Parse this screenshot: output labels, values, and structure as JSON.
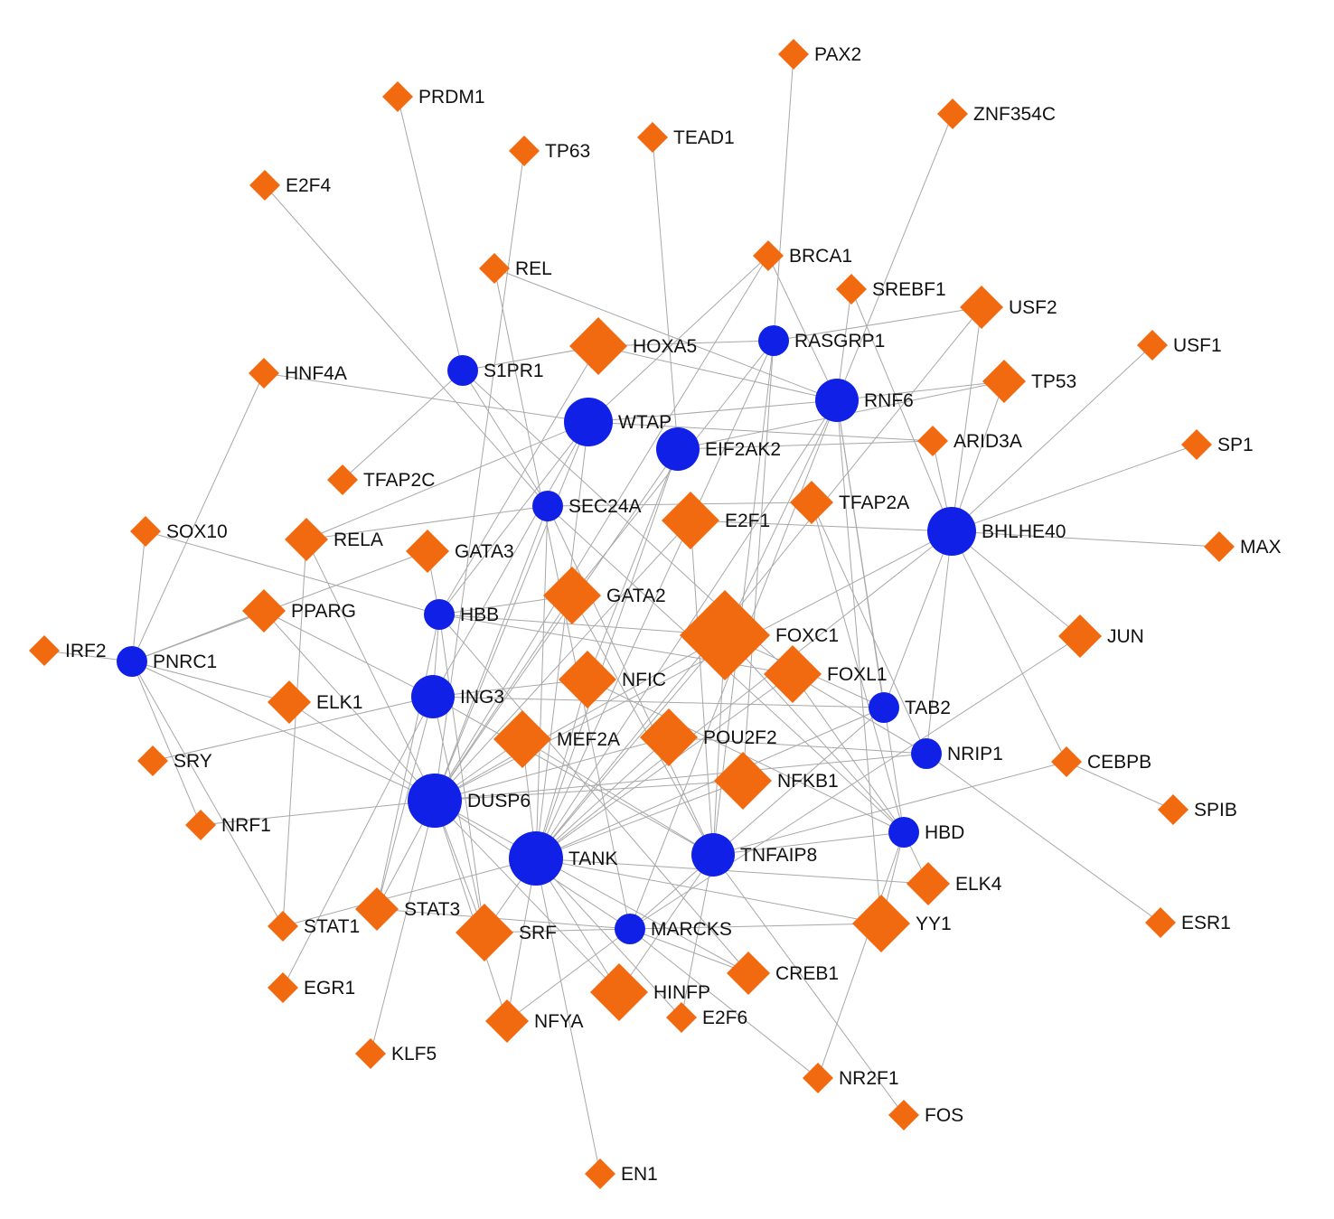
{
  "colors": {
    "gene_node": "#1020e6",
    "tf_node": "#f26a0f",
    "edge": "#a8a8a8"
  },
  "legend_shapes": {
    "gene": "circle",
    "tf": "diamond"
  },
  "nodes": [
    {
      "id": "PAX2",
      "type": "tf",
      "size": "s"
    },
    {
      "id": "PRDM1",
      "type": "tf",
      "size": "s"
    },
    {
      "id": "ZNF354C",
      "type": "tf",
      "size": "s"
    },
    {
      "id": "TEAD1",
      "type": "tf",
      "size": "s"
    },
    {
      "id": "TP63",
      "type": "tf",
      "size": "s"
    },
    {
      "id": "E2F4",
      "type": "tf",
      "size": "s"
    },
    {
      "id": "BRCA1",
      "type": "tf",
      "size": "s"
    },
    {
      "id": "REL",
      "type": "tf",
      "size": "s"
    },
    {
      "id": "SREBF1",
      "type": "tf",
      "size": "s"
    },
    {
      "id": "USF2",
      "type": "tf",
      "size": "m"
    },
    {
      "id": "USF1",
      "type": "tf",
      "size": "s"
    },
    {
      "id": "HOXA5",
      "type": "tf",
      "size": "l"
    },
    {
      "id": "RASGRP1",
      "type": "gene",
      "size": "s"
    },
    {
      "id": "S1PR1",
      "type": "gene",
      "size": "s"
    },
    {
      "id": "HNF4A",
      "type": "tf",
      "size": "s"
    },
    {
      "id": "TP53",
      "type": "tf",
      "size": "m"
    },
    {
      "id": "RNF6",
      "type": "gene",
      "size": "m"
    },
    {
      "id": "WTAP",
      "type": "gene",
      "size": "l"
    },
    {
      "id": "ARID3A",
      "type": "tf",
      "size": "s"
    },
    {
      "id": "EIF2AK2",
      "type": "gene",
      "size": "m"
    },
    {
      "id": "SP1",
      "type": "tf",
      "size": "s"
    },
    {
      "id": "TFAP2C",
      "type": "tf",
      "size": "s"
    },
    {
      "id": "SEC24A",
      "type": "gene",
      "size": "s"
    },
    {
      "id": "TFAP2A",
      "type": "tf",
      "size": "m"
    },
    {
      "id": "E2F1",
      "type": "tf",
      "size": "l"
    },
    {
      "id": "BHLHE40",
      "type": "gene",
      "size": "l"
    },
    {
      "id": "SOX10",
      "type": "tf",
      "size": "s"
    },
    {
      "id": "RELA",
      "type": "tf",
      "size": "m"
    },
    {
      "id": "MAX",
      "type": "tf",
      "size": "s"
    },
    {
      "id": "GATA3",
      "type": "tf",
      "size": "m"
    },
    {
      "id": "GATA2",
      "type": "tf",
      "size": "l"
    },
    {
      "id": "HBB",
      "type": "gene",
      "size": "s"
    },
    {
      "id": "PPARG",
      "type": "tf",
      "size": "m"
    },
    {
      "id": "FOXC1",
      "type": "tf",
      "size": "xl"
    },
    {
      "id": "JUN",
      "type": "tf",
      "size": "m"
    },
    {
      "id": "IRF2",
      "type": "tf",
      "size": "s"
    },
    {
      "id": "PNRC1",
      "type": "gene",
      "size": "s"
    },
    {
      "id": "FOXL1",
      "type": "tf",
      "size": "l"
    },
    {
      "id": "NFIC",
      "type": "tf",
      "size": "l"
    },
    {
      "id": "ING3",
      "type": "gene",
      "size": "m"
    },
    {
      "id": "ELK1",
      "type": "tf",
      "size": "m"
    },
    {
      "id": "TAB2",
      "type": "gene",
      "size": "s"
    },
    {
      "id": "MEF2A",
      "type": "tf",
      "size": "l"
    },
    {
      "id": "POU2F2",
      "type": "tf",
      "size": "l"
    },
    {
      "id": "NRIP1",
      "type": "gene",
      "size": "s"
    },
    {
      "id": "SRY",
      "type": "tf",
      "size": "s"
    },
    {
      "id": "CEBPB",
      "type": "tf",
      "size": "s"
    },
    {
      "id": "NFKB1",
      "type": "tf",
      "size": "l"
    },
    {
      "id": "DUSP6",
      "type": "gene",
      "size": "xl"
    },
    {
      "id": "SPIB",
      "type": "tf",
      "size": "s"
    },
    {
      "id": "NRF1",
      "type": "tf",
      "size": "s"
    },
    {
      "id": "HBD",
      "type": "gene",
      "size": "s"
    },
    {
      "id": "TANK",
      "type": "gene",
      "size": "xl"
    },
    {
      "id": "TNFAIP8",
      "type": "gene",
      "size": "m"
    },
    {
      "id": "ELK4",
      "type": "tf",
      "size": "m"
    },
    {
      "id": "STAT1",
      "type": "tf",
      "size": "s"
    },
    {
      "id": "STAT3",
      "type": "tf",
      "size": "m"
    },
    {
      "id": "SRF",
      "type": "tf",
      "size": "l"
    },
    {
      "id": "MARCKS",
      "type": "gene",
      "size": "s"
    },
    {
      "id": "YY1",
      "type": "tf",
      "size": "l"
    },
    {
      "id": "ESR1",
      "type": "tf",
      "size": "s"
    },
    {
      "id": "EGR1",
      "type": "tf",
      "size": "s"
    },
    {
      "id": "CREB1",
      "type": "tf",
      "size": "m"
    },
    {
      "id": "HINFP",
      "type": "tf",
      "size": "l"
    },
    {
      "id": "NFYA",
      "type": "tf",
      "size": "m"
    },
    {
      "id": "E2F6",
      "type": "tf",
      "size": "s"
    },
    {
      "id": "KLF5",
      "type": "tf",
      "size": "s"
    },
    {
      "id": "NR2F1",
      "type": "tf",
      "size": "s"
    },
    {
      "id": "FOS",
      "type": "tf",
      "size": "s"
    },
    {
      "id": "EN1",
      "type": "tf",
      "size": "s"
    }
  ],
  "edges": [
    [
      "PAX2",
      "RASGRP1"
    ],
    [
      "PRDM1",
      "S1PR1"
    ],
    [
      "ZNF354C",
      "RNF6"
    ],
    [
      "TEAD1",
      "EIF2AK2"
    ],
    [
      "TP63",
      "DUSP6"
    ],
    [
      "E2F4",
      "SEC24A"
    ],
    [
      "BRCA1",
      "WTAP"
    ],
    [
      "BRCA1",
      "RNF6"
    ],
    [
      "BRCA1",
      "DUSP6"
    ],
    [
      "REL",
      "RNF6"
    ],
    [
      "REL",
      "MARCKS"
    ],
    [
      "SREBF1",
      "RNF6"
    ],
    [
      "SREBF1",
      "BHLHE40"
    ],
    [
      "USF2",
      "RASGRP1"
    ],
    [
      "USF2",
      "BHLHE40"
    ],
    [
      "USF2",
      "TANK"
    ],
    [
      "USF1",
      "BHLHE40"
    ],
    [
      "HOXA5",
      "S1PR1"
    ],
    [
      "HOXA5",
      "RASGRP1"
    ],
    [
      "HOXA5",
      "RNF6"
    ],
    [
      "HOXA5",
      "HBB"
    ],
    [
      "S1PR1",
      "TFAP2C"
    ],
    [
      "S1PR1",
      "SEC24A"
    ],
    [
      "S1PR1",
      "FOXL1"
    ],
    [
      "HNF4A",
      "WTAP"
    ],
    [
      "HNF4A",
      "PNRC1"
    ],
    [
      "TP53",
      "RNF6"
    ],
    [
      "TP53",
      "EIF2AK2"
    ],
    [
      "TP53",
      "BHLHE40"
    ],
    [
      "WTAP",
      "ARID3A"
    ],
    [
      "WTAP",
      "RELA"
    ],
    [
      "WTAP",
      "HBB"
    ],
    [
      "WTAP",
      "ING3"
    ],
    [
      "WTAP",
      "DUSP6"
    ],
    [
      "WTAP",
      "RNF6"
    ],
    [
      "WTAP",
      "TANK"
    ],
    [
      "ARID3A",
      "BHLHE40"
    ],
    [
      "ARID3A",
      "EIF2AK2"
    ],
    [
      "EIF2AK2",
      "TANK"
    ],
    [
      "EIF2AK2",
      "NFIC"
    ],
    [
      "EIF2AK2",
      "DUSP6"
    ],
    [
      "RASGRP1",
      "TNFAIP8"
    ],
    [
      "RASGRP1",
      "NFKB1"
    ],
    [
      "RASGRP1",
      "GATA2"
    ],
    [
      "RASGRP1",
      "TANK"
    ],
    [
      "RNF6",
      "HBD"
    ],
    [
      "RNF6",
      "TAB2"
    ],
    [
      "RNF6",
      "FOXC1"
    ],
    [
      "RNF6",
      "TANK"
    ],
    [
      "RNF6",
      "YY1"
    ],
    [
      "RNF6",
      "MARCKS"
    ],
    [
      "SP1",
      "BHLHE40"
    ],
    [
      "MAX",
      "BHLHE40"
    ],
    [
      "BHLHE40",
      "E2F1"
    ],
    [
      "BHLHE40",
      "JUN"
    ],
    [
      "BHLHE40",
      "CEBPB"
    ],
    [
      "BHLHE40",
      "TAB2"
    ],
    [
      "BHLHE40",
      "DUSP6"
    ],
    [
      "BHLHE40",
      "NRIP1"
    ],
    [
      "BHLHE40",
      "TANK"
    ],
    [
      "TFAP2A",
      "SEC24A"
    ],
    [
      "TFAP2A",
      "HBD"
    ],
    [
      "TFAP2A",
      "NRIP1"
    ],
    [
      "E2F1",
      "DUSP6"
    ],
    [
      "E2F1",
      "TNFAIP8"
    ],
    [
      "SEC24A",
      "RELA"
    ],
    [
      "SEC24A",
      "DUSP6"
    ],
    [
      "SEC24A",
      "HBD"
    ],
    [
      "SEC24A",
      "TNFAIP8"
    ],
    [
      "SEC24A",
      "TANK"
    ],
    [
      "SOX10",
      "PNRC1"
    ],
    [
      "SOX10",
      "HBB"
    ],
    [
      "RELA",
      "DUSP6"
    ],
    [
      "RELA",
      "STAT1"
    ],
    [
      "GATA3",
      "HBB"
    ],
    [
      "GATA3",
      "PNRC1"
    ],
    [
      "GATA2",
      "HBB"
    ],
    [
      "GATA2",
      "DUSP6"
    ],
    [
      "GATA2",
      "TNFAIP8"
    ],
    [
      "HBB",
      "FOXC1"
    ],
    [
      "HBB",
      "FOXL1"
    ],
    [
      "HBB",
      "ING3"
    ],
    [
      "HBB",
      "SRF"
    ],
    [
      "HBB",
      "CREB1"
    ],
    [
      "HBB",
      "STAT3"
    ],
    [
      "PPARG",
      "PNRC1"
    ],
    [
      "PPARG",
      "ING3"
    ],
    [
      "PPARG",
      "DUSP6"
    ],
    [
      "FOXC1",
      "TAB2"
    ],
    [
      "FOXC1",
      "TANK"
    ],
    [
      "FOXC1",
      "HBD"
    ],
    [
      "FOXC1",
      "DUSP6"
    ],
    [
      "FOXC1",
      "TNFAIP8"
    ],
    [
      "JUN",
      "MARCKS"
    ],
    [
      "IRF2",
      "PNRC1"
    ],
    [
      "PNRC1",
      "ELK1"
    ],
    [
      "PNRC1",
      "NRF1"
    ],
    [
      "PNRC1",
      "STAT1"
    ],
    [
      "PNRC1",
      "DUSP6"
    ],
    [
      "FOXL1",
      "HBD"
    ],
    [
      "FOXL1",
      "NRIP1"
    ],
    [
      "FOXL1",
      "TANK"
    ],
    [
      "NFIC",
      "ING3"
    ],
    [
      "NFIC",
      "HBD"
    ],
    [
      "NFIC",
      "TANK"
    ],
    [
      "ING3",
      "SRY"
    ],
    [
      "ING3",
      "TNFAIP8"
    ],
    [
      "ING3",
      "TAB2"
    ],
    [
      "ING3",
      "STAT3"
    ],
    [
      "ING3",
      "EGR1"
    ],
    [
      "ING3",
      "SRF"
    ],
    [
      "ELK1",
      "DUSP6"
    ],
    [
      "TAB2",
      "TANK"
    ],
    [
      "TAB2",
      "MARCKS"
    ],
    [
      "MEF2A",
      "DUSP6"
    ],
    [
      "MEF2A",
      "TANK"
    ],
    [
      "MEF2A",
      "TNFAIP8"
    ],
    [
      "POU2F2",
      "DUSP6"
    ],
    [
      "POU2F2",
      "NRIP1"
    ],
    [
      "POU2F2",
      "TANK"
    ],
    [
      "NRIP1",
      "ESR1"
    ],
    [
      "NRIP1",
      "DUSP6"
    ],
    [
      "CEBPB",
      "SPIB"
    ],
    [
      "CEBPB",
      "TNFAIP8"
    ],
    [
      "NFKB1",
      "DUSP6"
    ],
    [
      "NFKB1",
      "TANK"
    ],
    [
      "NRF1",
      "DUSP6"
    ],
    [
      "HBD",
      "ELK4"
    ],
    [
      "HBD",
      "YY1"
    ],
    [
      "HBD",
      "TNFAIP8"
    ],
    [
      "HBD",
      "NR2F1"
    ],
    [
      "TANK",
      "SRF"
    ],
    [
      "TANK",
      "STAT1"
    ],
    [
      "TANK",
      "HINFP"
    ],
    [
      "TANK",
      "NFYA"
    ],
    [
      "TANK",
      "E2F6"
    ],
    [
      "TANK",
      "ELK4"
    ],
    [
      "TANK",
      "YY1"
    ],
    [
      "TANK",
      "EN1"
    ],
    [
      "TNFAIP8",
      "FOS"
    ],
    [
      "TNFAIP8",
      "E2F6"
    ],
    [
      "TNFAIP8",
      "HINFP"
    ],
    [
      "DUSP6",
      "STAT3"
    ],
    [
      "DUSP6",
      "CREB1"
    ],
    [
      "DUSP6",
      "KLF5"
    ],
    [
      "DUSP6",
      "SRF"
    ],
    [
      "DUSP6",
      "HINFP"
    ],
    [
      "DUSP6",
      "NFYA"
    ],
    [
      "DUSP6",
      "MARCKS"
    ],
    [
      "MARCKS",
      "SRF"
    ],
    [
      "MARCKS",
      "CREB1"
    ],
    [
      "MARCKS",
      "YY1"
    ],
    [
      "MARCKS",
      "STAT3"
    ],
    [
      "MARCKS",
      "NFYA"
    ],
    [
      "MARCKS",
      "NR2F1"
    ]
  ]
}
